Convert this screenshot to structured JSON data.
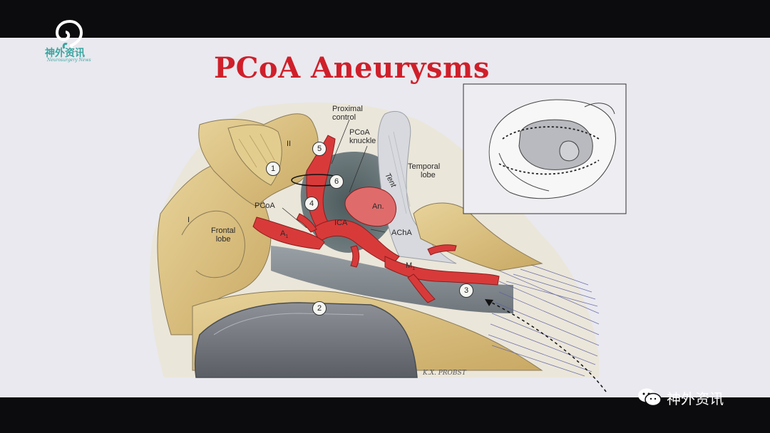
{
  "slide": {
    "title": "PCoA Aneurysms"
  },
  "labels": {
    "proximal_control": [
      "Proximal",
      "control"
    ],
    "pcoa_knuckle": [
      "PCoA",
      "knuckle"
    ],
    "temporal_lobe": [
      "Temporal",
      "lobe"
    ],
    "frontal_lobe": [
      "Frontal",
      "lobe"
    ],
    "tent": "Tent",
    "roman_ii": "II",
    "roman_i": "I",
    "pcoa": "PCoA",
    "ica": "ICA",
    "an": "An.",
    "acha": "AChA",
    "a1": "A",
    "a1_sub": "1",
    "m1": "M",
    "m1_sub": "1",
    "signature": "K.X. PROBST"
  },
  "markers": [
    "1",
    "2",
    "3",
    "4",
    "5",
    "6"
  ],
  "logo": {
    "name_cn": "神外资讯",
    "name_en": "Neurosurgery News"
  },
  "watermark": {
    "text": "神外资讯",
    "icon": "wechat-icon"
  },
  "colors": {
    "title_red": "#cf1f2a",
    "artery_red": "#d83a3a",
    "brain_tan": "#d9c08a",
    "logo_teal": "#3aa6a0",
    "slide_bg": "#e9e9ef"
  }
}
